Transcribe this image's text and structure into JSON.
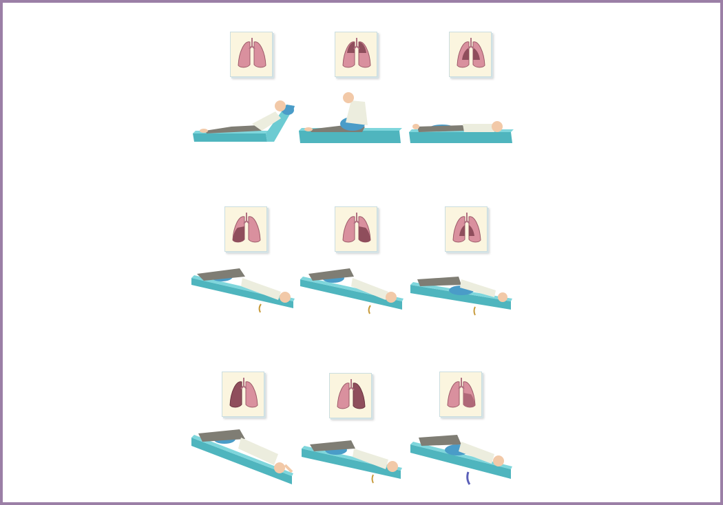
{
  "colors": {
    "frame_border": "#9b7fa6",
    "card_background": "#fbf5df",
    "lung_normal": "#d9909e",
    "lung_highlight": "#8f4e5c",
    "mattress": "#6ccbd2",
    "pillow": "#4a9cc8",
    "shirt": "#ecedde",
    "trousers": "#7f7d74",
    "skin": "#f2c9a8"
  },
  "positions": [
    {
      "icons": [
        "lungs-icon",
        "supine-reclined-icon"
      ],
      "highlight": "none",
      "posture": "reclined-supine"
    },
    {
      "icons": [
        "lungs-icon",
        "sitting-leaning-forward-icon"
      ],
      "highlight": "upper-both",
      "posture": "sitting-forward"
    },
    {
      "icons": [
        "lungs-icon",
        "supine-flat-icon"
      ],
      "highlight": "upper-anterior",
      "posture": "supine-flat"
    },
    {
      "icons": [
        "lungs-icon",
        "side-lying-tilted-icon"
      ],
      "highlight": "left-lower",
      "posture": "side-head-down"
    },
    {
      "icons": [
        "lungs-icon",
        "side-lying-tilted-icon"
      ],
      "highlight": "right-lower",
      "posture": "side-head-down"
    },
    {
      "icons": [
        "lungs-icon",
        "prone-tilted-icon"
      ],
      "highlight": "lower-both",
      "posture": "prone-head-down"
    },
    {
      "icons": [
        "lungs-icon",
        "side-lying-tilted-icon"
      ],
      "highlight": "left-whole",
      "posture": "side-quarter-turn"
    },
    {
      "icons": [
        "lungs-icon",
        "side-lying-tilted-icon"
      ],
      "highlight": "right-whole",
      "posture": "side-quarter-turn"
    },
    {
      "icons": [
        "lungs-icon",
        "prone-tilted-icon"
      ],
      "highlight": "lower-posterior",
      "posture": "prone-quarter"
    }
  ]
}
